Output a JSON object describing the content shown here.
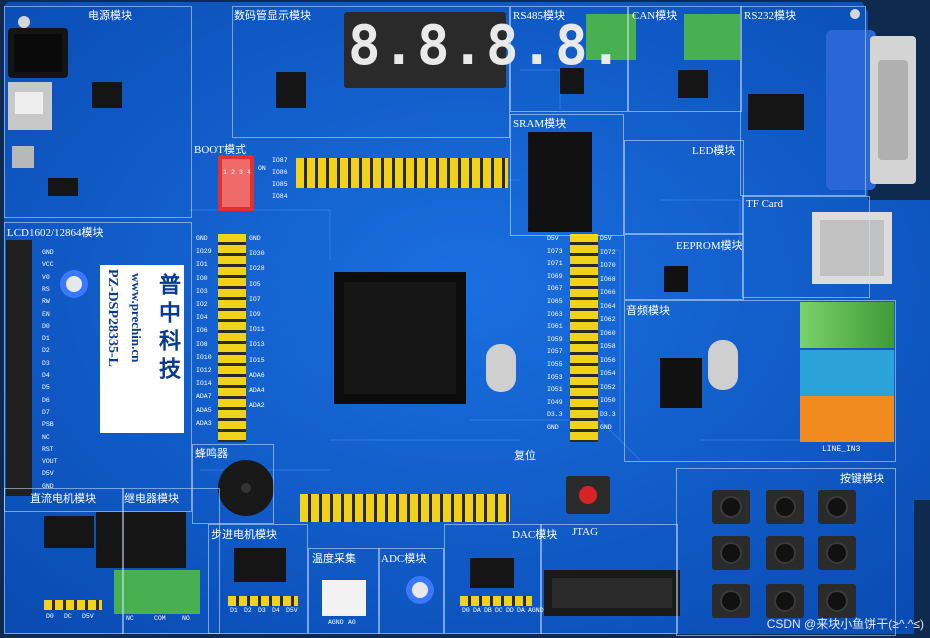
{
  "board": {
    "brand_cn": "普中科技",
    "website": "www.prechin.cn",
    "model": "PZ-DSP28335-L",
    "watermark": "CSDN @来块小鱼饼干(≥^.^≤)"
  },
  "modules": {
    "power": "电源模块",
    "segment": "数码管显示模块",
    "rs485": "RS485模块",
    "can": "CAN模块",
    "rs232": "RS232模块",
    "boot": "BOOT模式",
    "sram": "SRAM模块",
    "led": "LED模块",
    "tf": "TF Card",
    "lcd": "LCD1602/12864模块",
    "eeprom": "EEPROM模块",
    "audio": "音频模块",
    "buzzer": "蜂鸣器",
    "reset": "复位",
    "key": "按键模块",
    "dcmotor": "直流电机模块",
    "relay": "继电器模块",
    "stepper": "步进电机模块",
    "temp": "温度采集",
    "adc": "ADC模块",
    "dac": "DAC模块",
    "jtag": "JTAG",
    "line_in": "LINE_IN3"
  },
  "segment_display": "8.8.8.8.",
  "left_header_pins": [
    "GND",
    "IO29",
    "IO1",
    "IO0",
    "IO3",
    "IO2",
    "IO4",
    "IO6",
    "IO8",
    "IO10",
    "IO12",
    "IO14",
    "ADA7",
    "ADA5",
    "ADA3"
  ],
  "left_header_pins_r": [
    "GND",
    "IO30",
    "IO28",
    "IO5",
    "IO7",
    "IO9",
    "IO11",
    "IO13",
    "IO15",
    "ADA6",
    "ADA4",
    "ADA2"
  ],
  "right_header_pins": [
    "D5V",
    "IO73",
    "IO71",
    "IO69",
    "IO67",
    "IO65",
    "IO63",
    "IO61",
    "IO59",
    "IO57",
    "IO55",
    "IO53",
    "IO51",
    "IO49",
    "D3.3",
    "GND"
  ],
  "right_header_pins_r": [
    "D5V",
    "IO72",
    "IO70",
    "IO68",
    "IO66",
    "IO64",
    "IO62",
    "IO60",
    "IO58",
    "IO56",
    "IO54",
    "IO52",
    "IO50",
    "D3.3",
    "GND"
  ],
  "lcd_pins": [
    "GND",
    "VCC",
    "V0",
    "RS",
    "RW",
    "EN",
    "D0",
    "D1",
    "D2",
    "D3",
    "D4",
    "D5",
    "D6",
    "D7",
    "PSB",
    "NC",
    "RST",
    "VOUT",
    "D5V",
    "GND"
  ],
  "motor_terminal": [
    "NC",
    "COM",
    "NO"
  ],
  "adc_labels": [
    "AGND",
    "A0"
  ],
  "dac_labels": [
    "D0",
    "DA",
    "DB",
    "DC",
    "DD",
    "DA",
    "AGND"
  ],
  "stepper_labels": [
    "D1",
    "D2",
    "D3",
    "D4",
    "D5V"
  ],
  "dc_labels": [
    "D0",
    "DC",
    "D5V"
  ],
  "boot_switch": {
    "on_label": "ON",
    "positions": [
      "1",
      "2",
      "3",
      "4"
    ]
  },
  "boot_pins": [
    "IO87",
    "IO86",
    "IO85",
    "IO84"
  ],
  "colors": {
    "pcb": "#0d5fd6",
    "header": "#f1d21a",
    "terminal": "#3fae49",
    "dip": "#e03030"
  }
}
